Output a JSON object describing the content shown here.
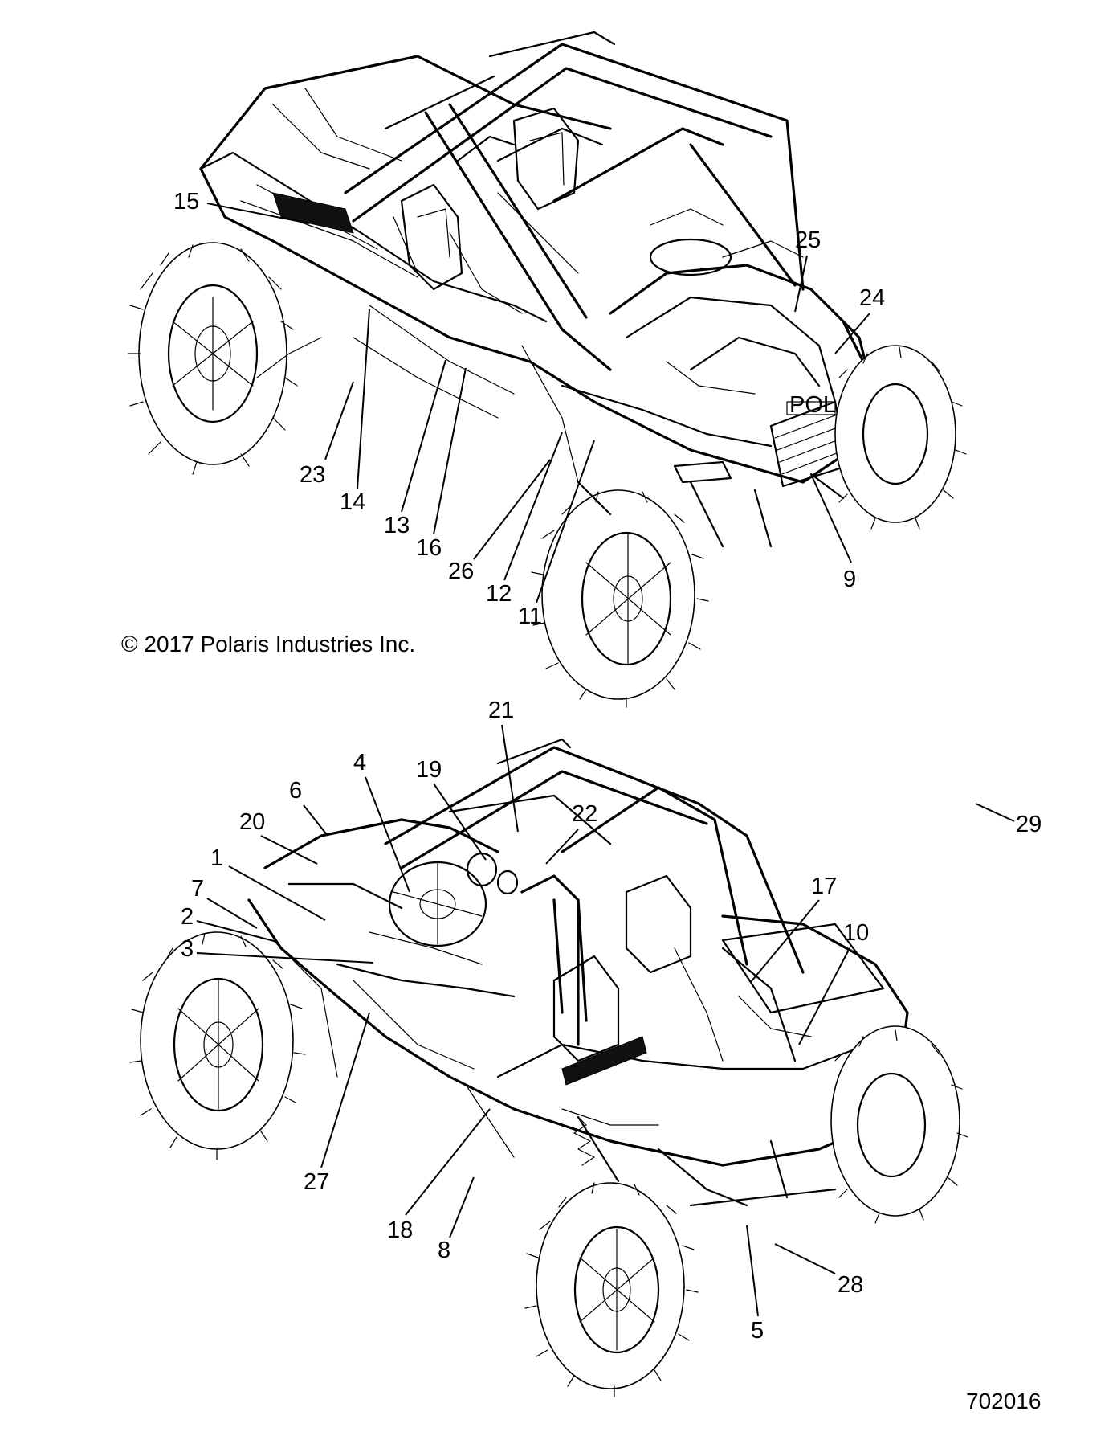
{
  "copyright": "© 2017 Polaris Industries Inc.",
  "document_number": "702016",
  "grille_badge": "POLARIS",
  "views": [
    {
      "name": "upper-view",
      "callouts": [
        "15",
        "25",
        "24",
        "23",
        "14",
        "13",
        "16",
        "26",
        "12",
        "11",
        "9"
      ]
    },
    {
      "name": "lower-view",
      "callouts": [
        "21",
        "4",
        "19",
        "6",
        "22",
        "20",
        "1",
        "7",
        "2",
        "3",
        "17",
        "10",
        "29",
        "27",
        "18",
        "8",
        "5",
        "28"
      ]
    }
  ]
}
